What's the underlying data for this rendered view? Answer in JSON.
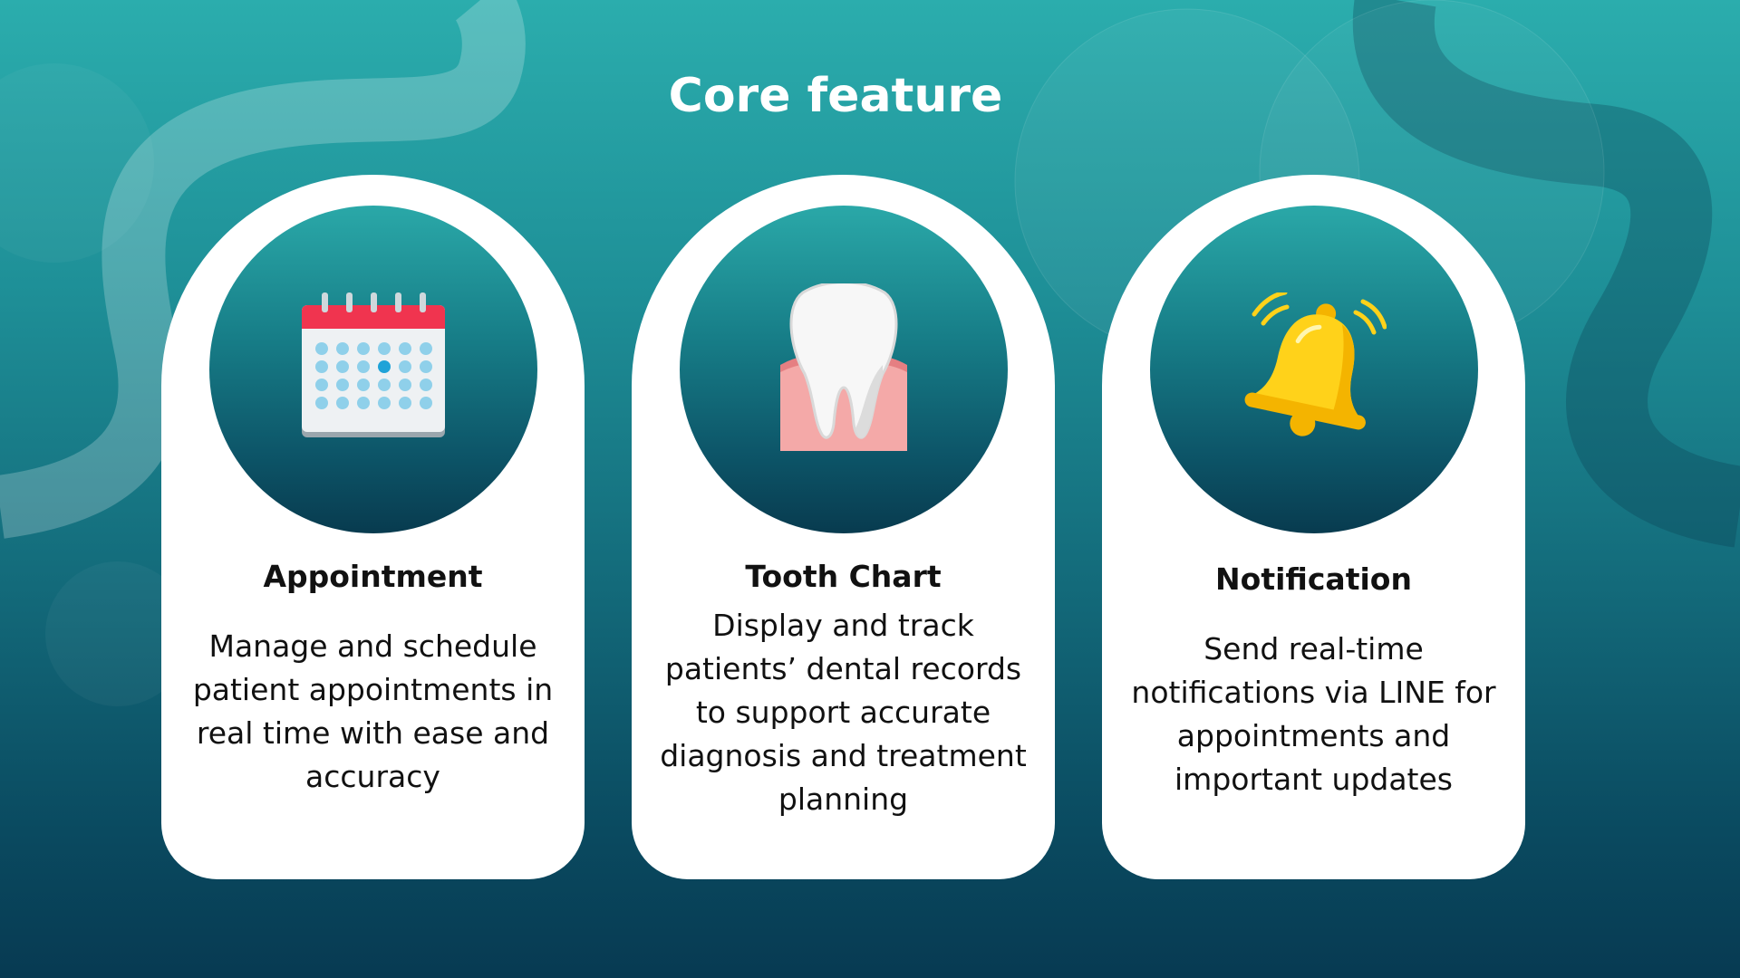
{
  "title": "Core feature",
  "features": [
    {
      "icon": "calendar-icon",
      "heading": "Appointment",
      "body": "Manage and schedule patient appointments in real time with ease and accuracy"
    },
    {
      "icon": "tooth-icon",
      "heading": "Tooth Chart",
      "body": "Display and track patients’ dental records to support accurate diagnosis and treatment planning"
    },
    {
      "icon": "bell-icon",
      "heading": "Notification",
      "body": "Send real-time notifications via LINE for appointments and important updates"
    }
  ],
  "colors": {
    "bg_top": "#2badad",
    "bg_bottom": "#073a52",
    "card": "#ffffff",
    "calendar_red": "#f0344f",
    "bell_yellow": "#ffd21a"
  }
}
